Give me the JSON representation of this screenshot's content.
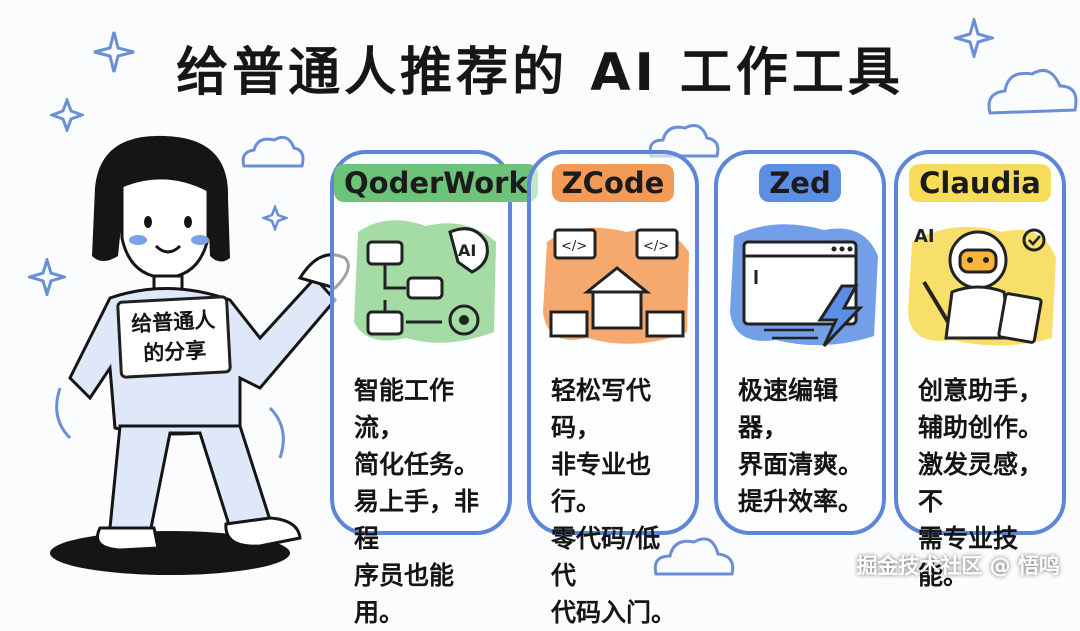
{
  "title": "给普通人推荐的 AI 工作工具",
  "sign_text": "给普通人\n的分享",
  "cards": [
    {
      "name": "QoderWork",
      "desc": "智能工作流，\n简化任务。\n易上手，非程\n序员也能用。",
      "color": "#6dc37a",
      "icon_label": "AI"
    },
    {
      "name": "ZCode",
      "desc": "轻松写代码，\n非专业也行。\n零代码/低代\n代码入门。",
      "color": "#f39a56"
    },
    {
      "name": "Zed",
      "desc": "极速编辑器，\n界面清爽。\n提升效率。",
      "color": "#5b8ee4"
    },
    {
      "name": "Claudia",
      "desc": "创意助手，\n辅助创作。\n激发灵感，不\n需专业技能。",
      "color": "#f7dc5a",
      "icon_label": "AI"
    }
  ],
  "watermark": "掘金技术社区 @ 悟鸣",
  "icons": [
    "girl-illustration",
    "workflow-icon",
    "code-window-icon",
    "lightning-editor-icon",
    "robot-assistant-icon",
    "star-icon",
    "cloud-icon"
  ]
}
